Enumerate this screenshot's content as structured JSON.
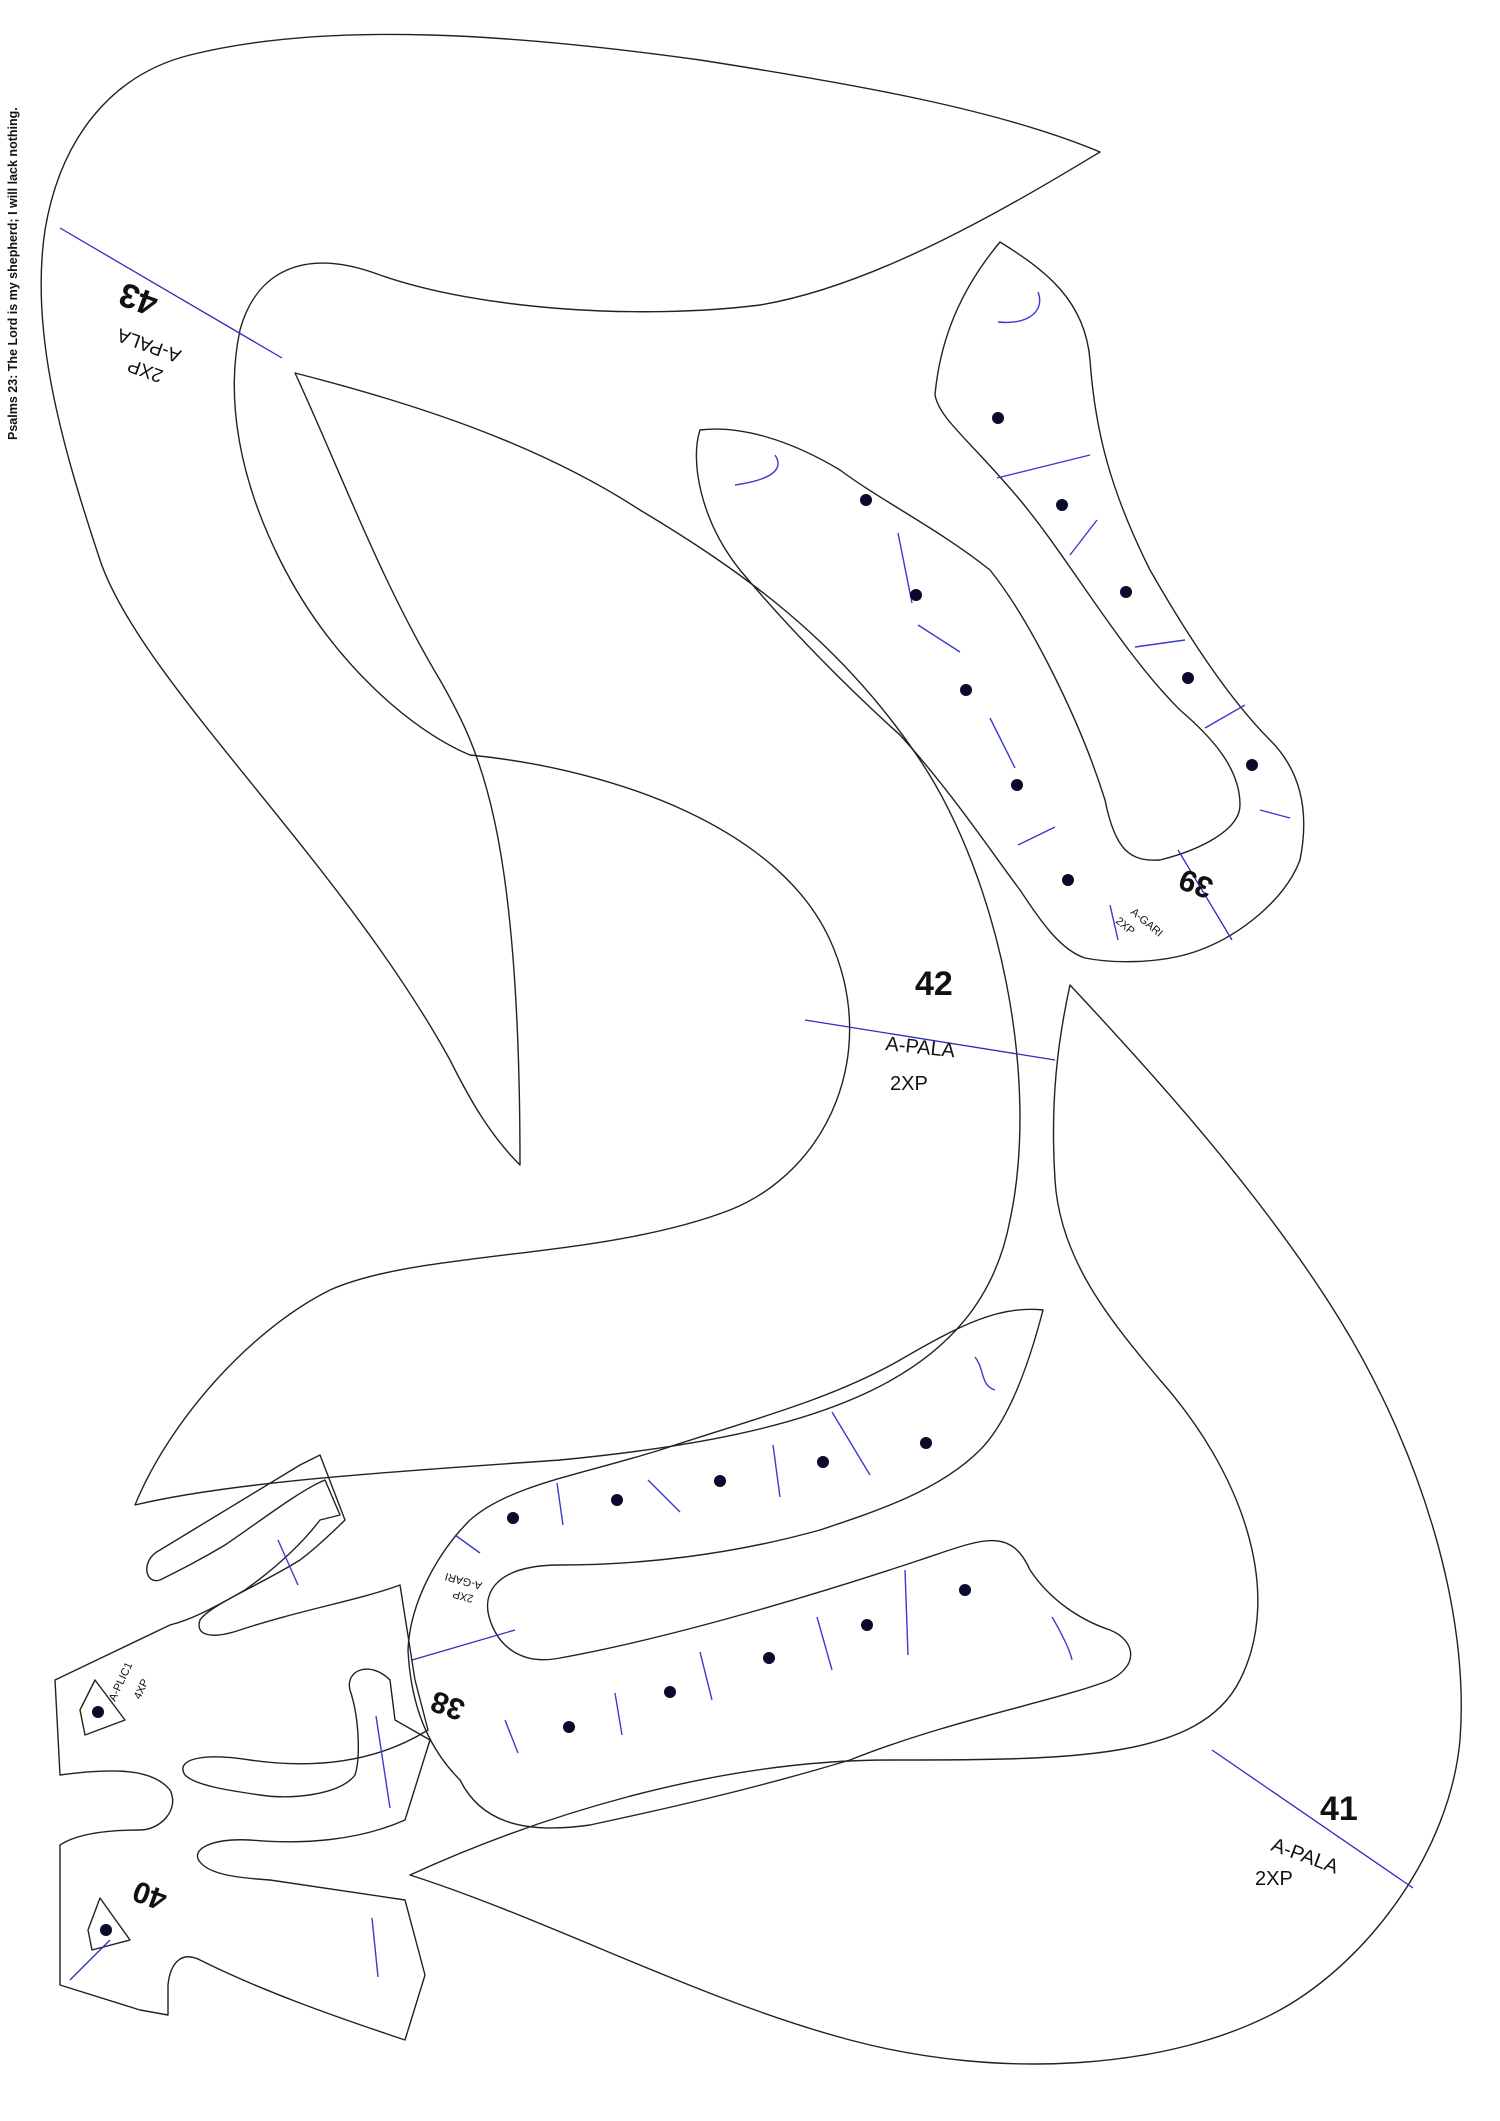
{
  "verse": "Psalms 23: The Lord is my shepherd; I will lack nothing.",
  "pieces": [
    {
      "id": "p43",
      "number": "43",
      "name": "A-PALA",
      "qty": "2XP"
    },
    {
      "id": "p42",
      "number": "42",
      "name": "A-PALA",
      "qty": "2XP"
    },
    {
      "id": "p39",
      "number": "39",
      "name": "A-GARI",
      "qty": "2XP"
    },
    {
      "id": "p41",
      "number": "41",
      "name": "A-PALA",
      "qty": "2XP"
    },
    {
      "id": "p38",
      "number": "38",
      "name": "A-GARI",
      "qty": "2XP"
    },
    {
      "id": "p40",
      "number": "40",
      "name": "A-PLIC1",
      "qty": "4XP"
    }
  ],
  "colors": {
    "outline": "#222222",
    "marks": "#2e2ec0",
    "dots": "#0a0a2a"
  }
}
